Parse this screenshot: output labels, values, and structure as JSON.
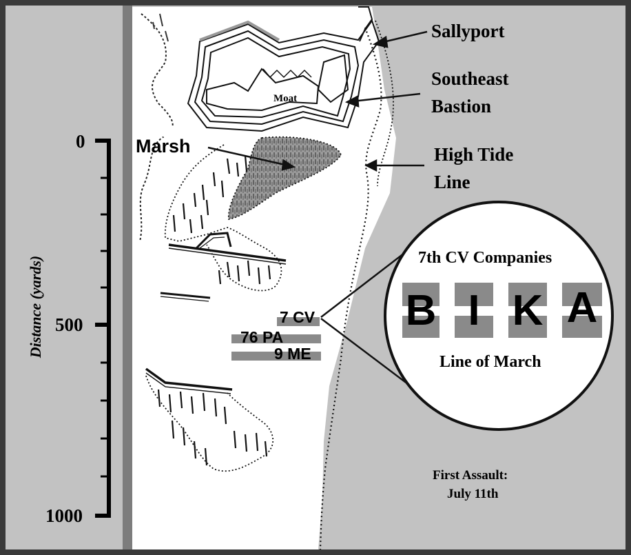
{
  "axis": {
    "title": "Distance (yards)",
    "ticks": [
      "0",
      "500",
      "1000"
    ]
  },
  "labels": {
    "sallyport": "Sallyport",
    "southeast_bastion": [
      "Southeast",
      "Bastion"
    ],
    "high_tide_line": [
      "High Tide",
      "Line"
    ],
    "marsh": "Marsh",
    "moat": "Moat"
  },
  "units": [
    "7 CV",
    "76 PA",
    "9 ME"
  ],
  "inset": {
    "title": "7th CV Companies",
    "companies": [
      "B",
      "I",
      "K",
      "A"
    ],
    "caption": "Line of March"
  },
  "caption": [
    "First Assault:",
    "July 11th"
  ],
  "colors": {
    "water": "#c2c2c2",
    "land": "#ffffff",
    "unit_bar": "#8a8a8a",
    "marsh": "#7a7a7a",
    "frame": "#3a3a3a"
  }
}
